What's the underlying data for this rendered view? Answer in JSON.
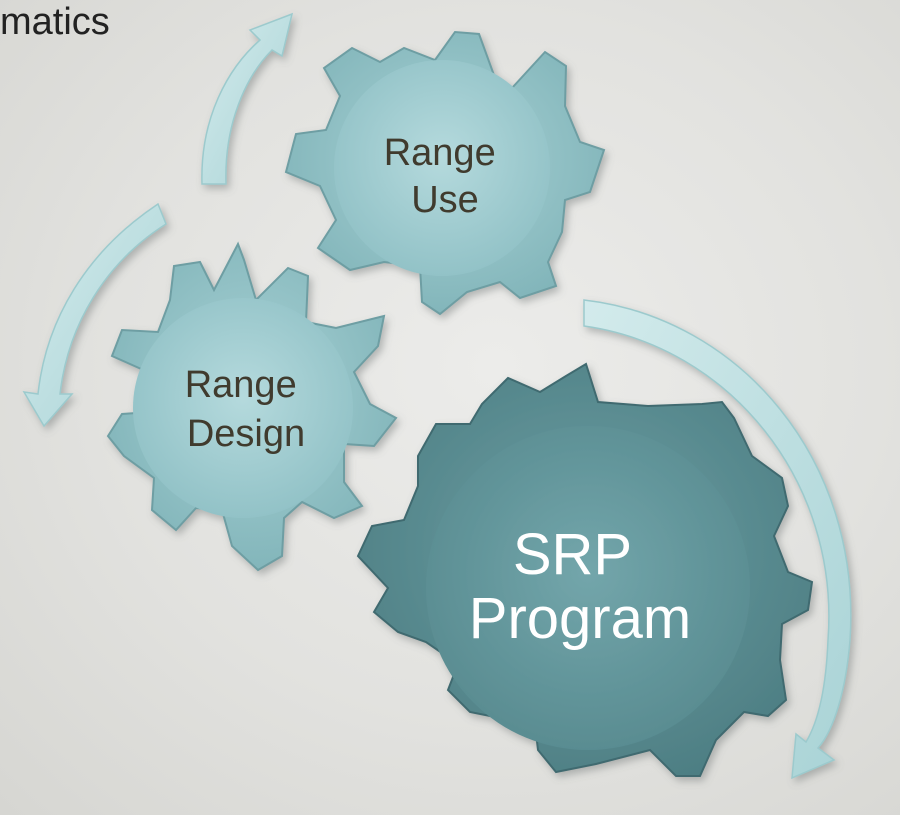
{
  "heading": "matics",
  "gears": [
    {
      "id": "range-use",
      "lines": [
        "Range",
        "Use"
      ],
      "fill": "#94c4c8",
      "text_color": "#3f3a2e"
    },
    {
      "id": "range-design",
      "lines": [
        "Range",
        "Design"
      ],
      "fill": "#94c4c8",
      "text_color": "#3f3a2e"
    },
    {
      "id": "srp-program",
      "lines": [
        "SRP",
        "Program"
      ],
      "fill": "#5c9095",
      "text_color": "#ffffff"
    }
  ],
  "colors": {
    "background": "#e2e2df",
    "arrow": "#bfe0e2",
    "small_gear": "#94c4c8",
    "large_gear": "#5c9095"
  }
}
